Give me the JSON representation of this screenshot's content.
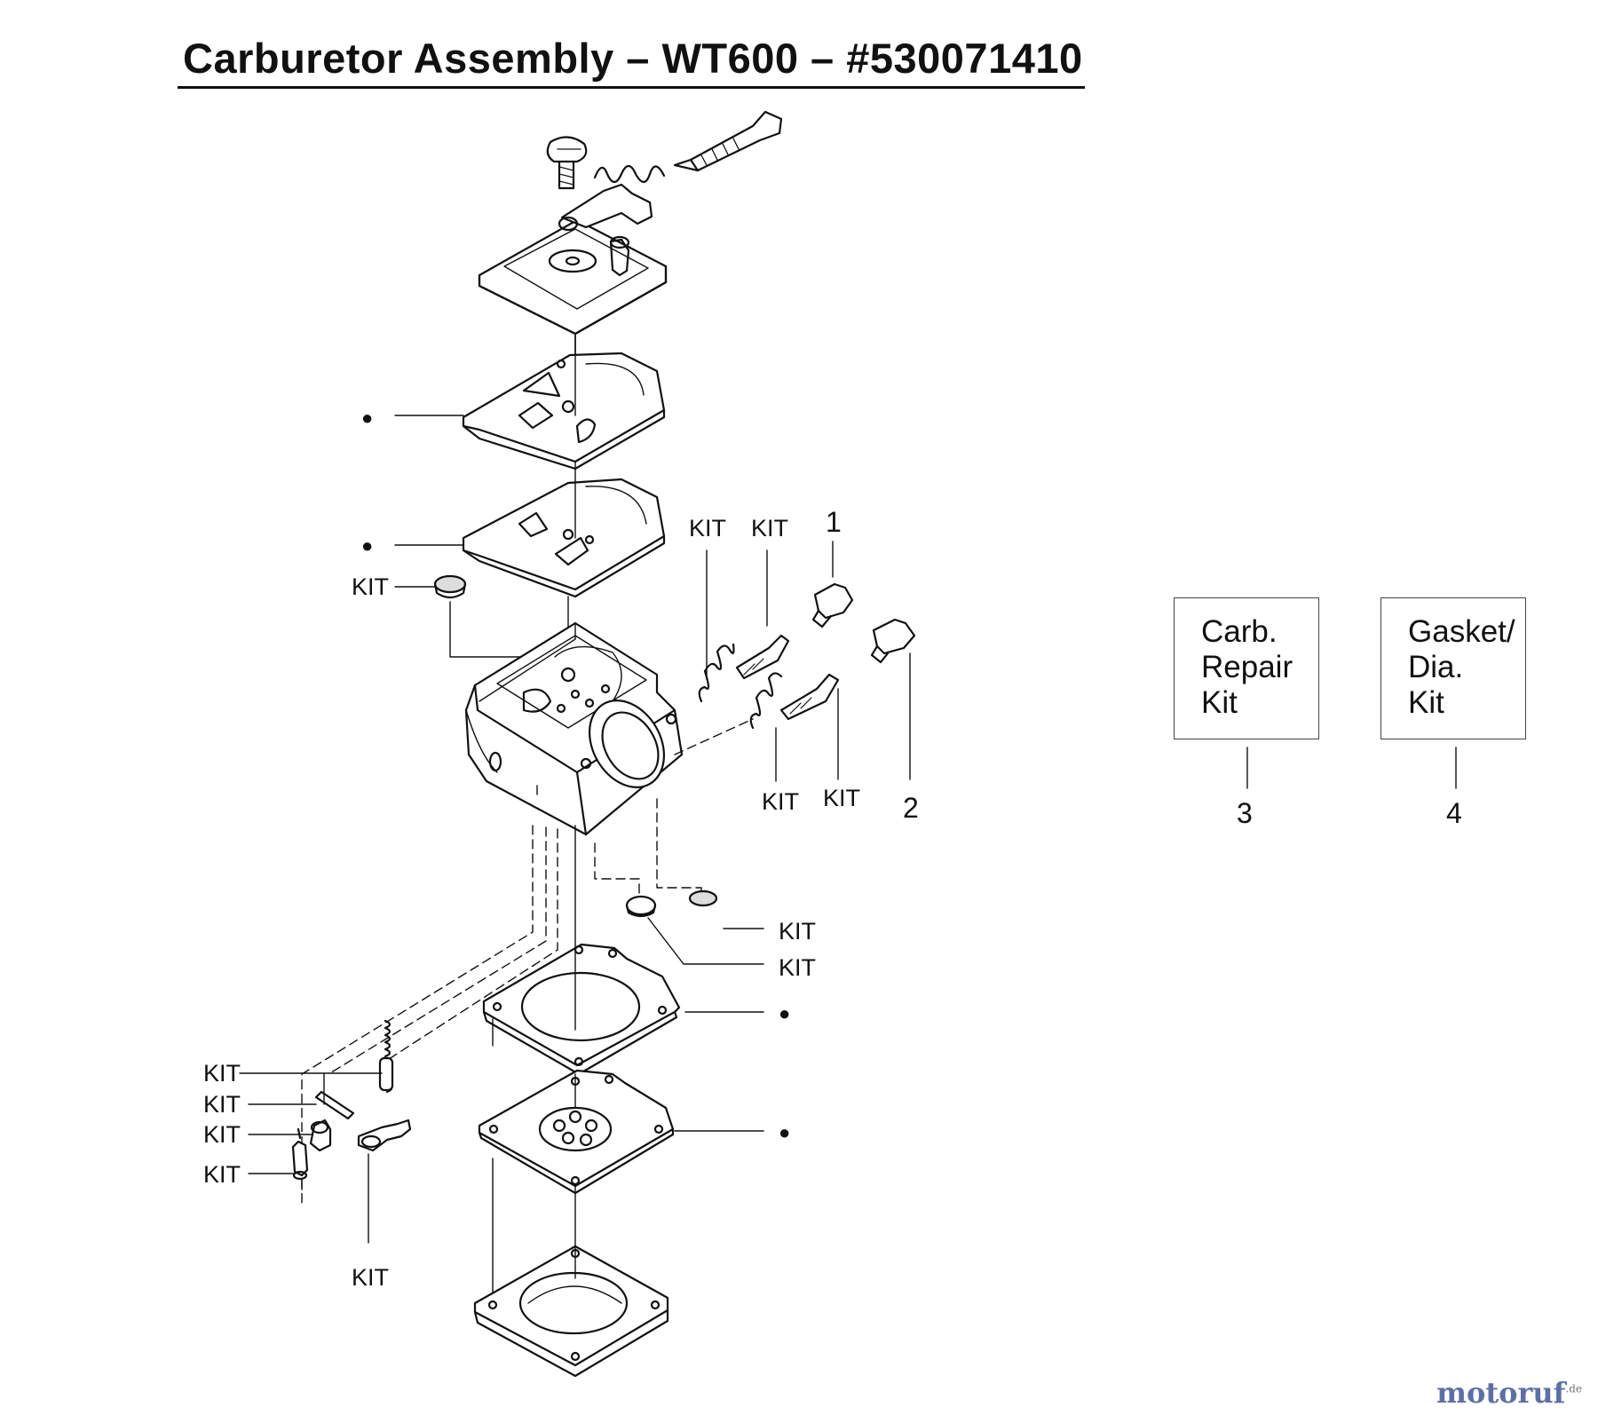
{
  "title": "Carburetor Assembly – WT600 – #530071410",
  "callouts": {
    "kit": "KIT",
    "bullet": "●",
    "n1": "1",
    "n2": "2",
    "n3": "3",
    "n4": "4"
  },
  "boxes": {
    "carb_repair_kit": [
      "Carb.",
      "Repair",
      "Kit"
    ],
    "gasket_dia_kit": [
      "Gasket/",
      "Dia.",
      "Kit"
    ]
  },
  "watermark": {
    "main": "motoruf",
    "accent": "f",
    "suffix": ".de"
  }
}
